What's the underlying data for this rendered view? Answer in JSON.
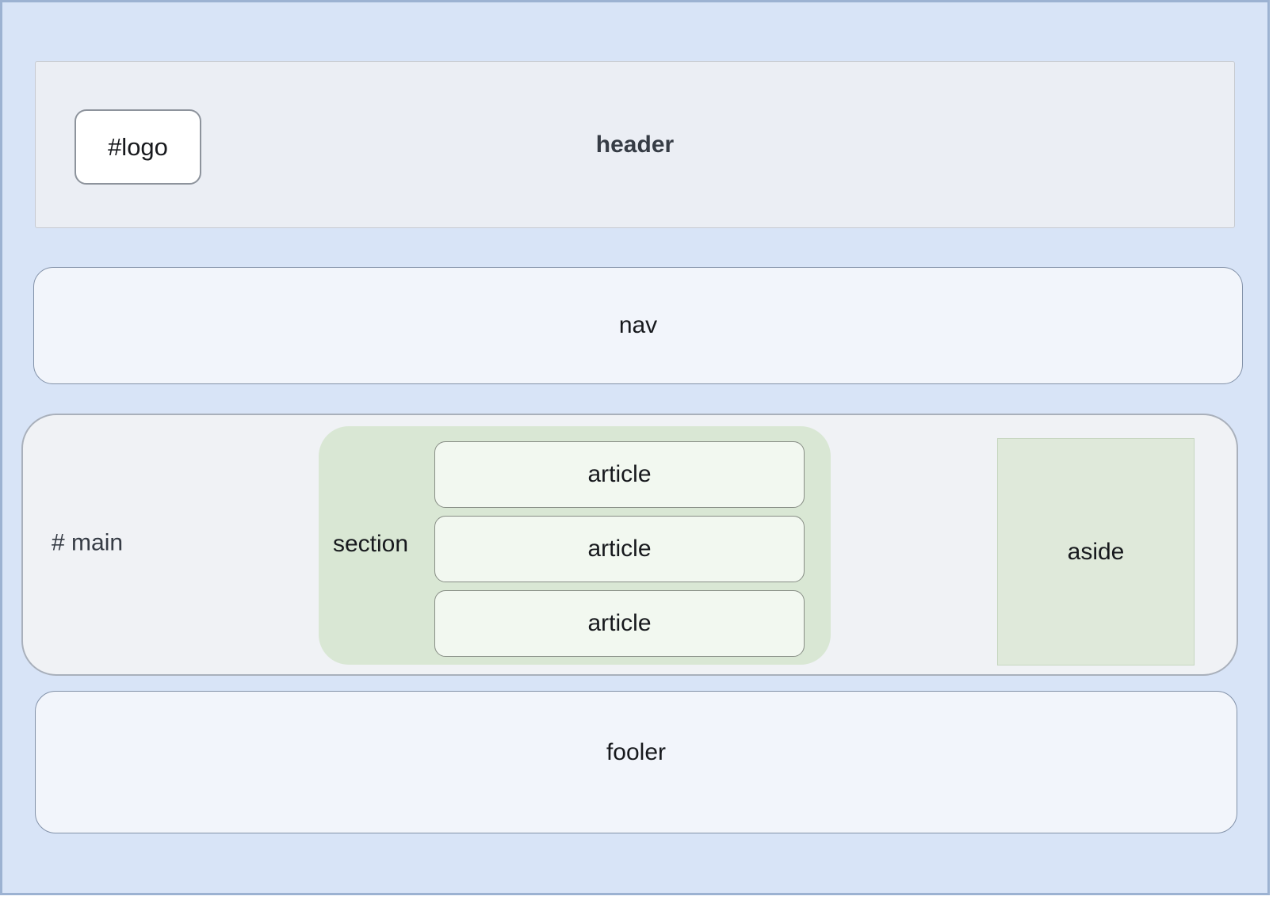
{
  "colors": {
    "page_bg": "#d8e4f7",
    "page_border": "#9cb2d2",
    "header_bg": "#ebeef4",
    "header_border": "#c6cad1",
    "logo_bg": "#ffffff",
    "logo_border": "#8d939c",
    "panel_bg": "#f2f5fb",
    "panel_border": "#8291a8",
    "main_bg": "#f0f2f5",
    "main_border": "#a9b0bb",
    "section_bg": "#d9e7d4",
    "article_bg": "#f2f8f0",
    "article_border": "#878d85",
    "aside_bg": "#dfe9da",
    "aside_border": "#c7d7c1",
    "text_dark": "#363c45",
    "text_black": "#17191d"
  },
  "header": {
    "logo": "#logo",
    "label": "header"
  },
  "nav": {
    "label": "nav"
  },
  "main": {
    "label": "# main",
    "section": {
      "label": "section",
      "articles": [
        {
          "label": "article"
        },
        {
          "label": "article"
        },
        {
          "label": "article"
        }
      ]
    },
    "aside": {
      "label": "aside"
    }
  },
  "footer": {
    "label": "fooler"
  }
}
